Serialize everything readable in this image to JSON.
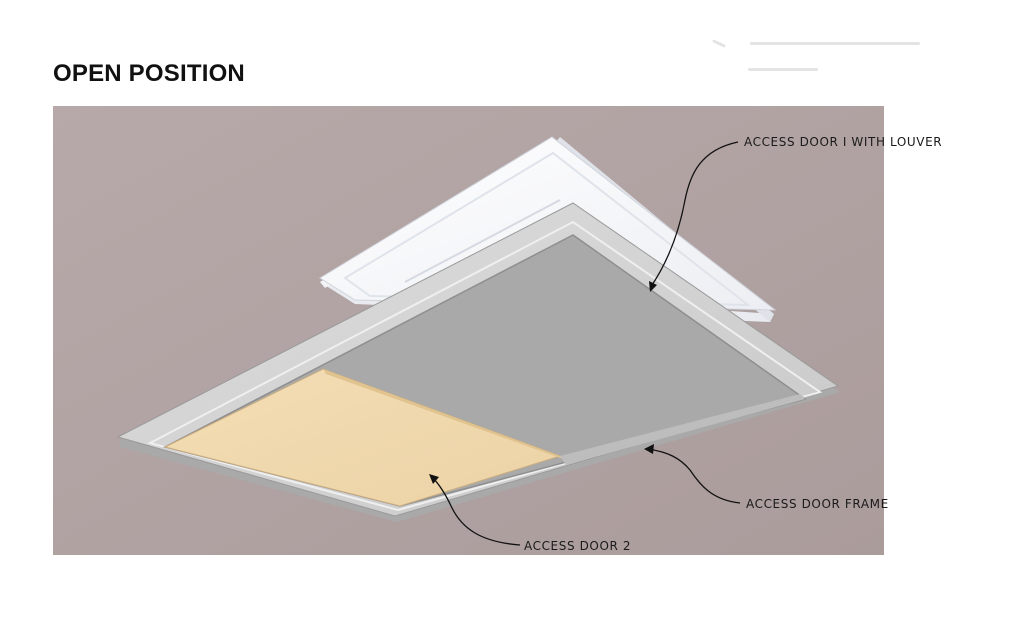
{
  "title": "OPEN POSITION",
  "callouts": {
    "door1": "ACCESS DOOR I WITH LOUVER",
    "frame": "ACCESS DOOR FRAME",
    "door2": "ACCESS DOOR 2"
  },
  "colors": {
    "ceiling": "#b2a3a3",
    "frame": "#cfcfcf",
    "louver_panel": "#fbfbfd",
    "door2_panel": "#f1d7ab",
    "leader_line": "#111111"
  }
}
